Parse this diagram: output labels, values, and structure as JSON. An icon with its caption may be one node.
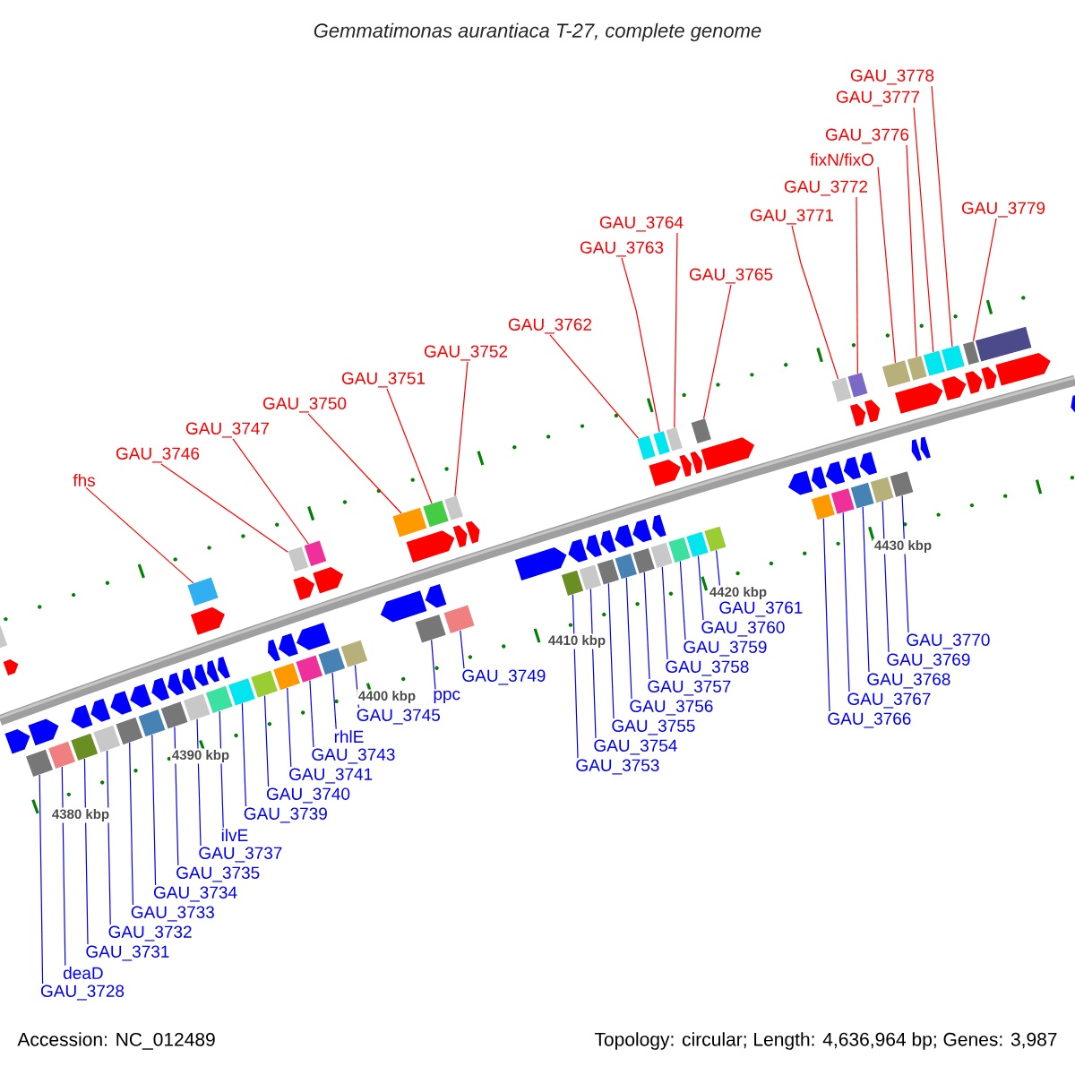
{
  "diagram": {
    "title": "Gemmatimonas aurantiaca T-27, complete genome",
    "nodes": [
      {
        "text": [
          "fhs"
        ]
      },
      {
        "text": [
          "GAU_3746"
        ]
      },
      {
        "text": [
          "GAU_3747"
        ]
      },
      {
        "text": [
          "GAU_3750"
        ]
      },
      {
        "text": [
          "GAU_3751"
        ]
      },
      {
        "text": [
          "GAU_3752"
        ]
      },
      {
        "text": [
          "GAU_3762"
        ]
      },
      {
        "text": [
          "GAU_3763"
        ]
      },
      {
        "text": [
          "GAU_3764"
        ]
      },
      {
        "text": [
          "GAU_3765"
        ]
      },
      {
        "text": [
          "GAU_3771"
        ]
      },
      {
        "text": [
          "GAU_3772"
        ]
      },
      {
        "text": [
          "fixN/fixO"
        ]
      },
      {
        "text": [
          "GAU_3776"
        ]
      },
      {
        "text": [
          "GAU_3777"
        ]
      },
      {
        "text": [
          "GAU_3778"
        ]
      },
      {
        "text": [
          "GAU_3779"
        ]
      },
      {
        "text": [
          "GAU_3728"
        ]
      },
      {
        "text": [
          "deaD"
        ]
      },
      {
        "text": [
          "GAU_3731"
        ]
      },
      {
        "text": [
          "GAU_3732"
        ]
      },
      {
        "text": [
          "GAU_3733"
        ]
      },
      {
        "text": [
          "GAU_3734"
        ]
      },
      {
        "text": [
          "GAU_3735"
        ]
      },
      {
        "text": [
          "GAU_3737"
        ]
      },
      {
        "text": [
          "ilvE"
        ]
      },
      {
        "text": [
          "GAU_3739"
        ]
      },
      {
        "text": [
          "GAU_3740"
        ]
      },
      {
        "text": [
          "GAU_3741"
        ]
      },
      {
        "text": [
          "GAU_3743"
        ]
      },
      {
        "text": [
          "rhlE"
        ]
      },
      {
        "text": [
          "GAU_3745"
        ]
      },
      {
        "text": [
          "ppc"
        ]
      },
      {
        "text": [
          "GAU_3749"
        ]
      },
      {
        "text": [
          "GAU_3753"
        ]
      },
      {
        "text": [
          "GAU_3754"
        ]
      },
      {
        "text": [
          "GAU_3755"
        ]
      },
      {
        "text": [
          "GAU_3756"
        ]
      },
      {
        "text": [
          "GAU_3757"
        ]
      },
      {
        "text": [
          "GAU_3758"
        ]
      },
      {
        "text": [
          "GAU_3759"
        ]
      },
      {
        "text": [
          "GAU_3760"
        ]
      },
      {
        "text": [
          "GAU_3761"
        ]
      },
      {
        "text": [
          "GAU_3766"
        ]
      },
      {
        "text": [
          "GAU_3767"
        ]
      },
      {
        "text": [
          "GAU_3768"
        ]
      },
      {
        "text": [
          "GAU_3769"
        ]
      },
      {
        "text": [
          "GAU_3770"
        ]
      },
      {
        "text": [],
        "shape": "bar"
      },
      {
        "text": [],
        "shape": "bar"
      },
      {
        "text": [],
        "shape": "bar"
      },
      {
        "text": [],
        "shape": "bar"
      },
      {
        "text": [],
        "shape": "bar"
      },
      {
        "text": [],
        "shape": "bar"
      },
      {
        "text": [],
        "shape": "bar"
      },
      {
        "text": [],
        "shape": "bar"
      },
      {
        "text": [],
        "shape": "bar"
      },
      {
        "text": [],
        "shape": "bar"
      },
      {
        "text": [],
        "shape": "bar"
      },
      {
        "text": [],
        "shape": "bar"
      },
      {
        "text": [],
        "shape": "bar"
      },
      {
        "text": [],
        "shape": "bar"
      },
      {
        "text": [],
        "shape": "bar"
      },
      {
        "text": [],
        "shape": "bar"
      },
      {
        "text": [],
        "shape": "bar"
      },
      {
        "text": [],
        "shape": "bar"
      },
      {
        "text": [],
        "shape": "bar"
      },
      {
        "text": [],
        "shape": "bar"
      },
      {
        "text": [],
        "shape": "bar"
      },
      {
        "text": [],
        "shape": "bar"
      },
      {
        "text": [],
        "shape": "bar"
      },
      {
        "text": [],
        "shape": "bar"
      },
      {
        "text": [],
        "shape": "bar"
      },
      {
        "text": [],
        "shape": "bar"
      },
      {
        "text": [],
        "shape": "bar"
      },
      {
        "text": [],
        "shape": "bar"
      },
      {
        "text": [],
        "shape": "bar"
      },
      {
        "text": [],
        "shape": "bar"
      },
      {
        "text": [],
        "shape": "bar"
      },
      {
        "text": [],
        "shape": "bar"
      },
      {
        "text": [],
        "shape": "bar"
      },
      {
        "text": [],
        "shape": "bar"
      },
      {
        "text": [],
        "shape": "bar"
      },
      {
        "text": [],
        "shape": "bar"
      },
      {
        "text": [],
        "shape": "bar"
      },
      {
        "text": [],
        "shape": "bar"
      },
      {
        "text": [],
        "shape": "bar"
      },
      {
        "text": [],
        "shape": "bar"
      },
      {
        "text": [],
        "shape": "bar"
      },
      {
        "text": [],
        "shape": "bar"
      },
      {
        "text": [],
        "shape": "bar"
      },
      {
        "text": [],
        "shape": "bar"
      },
      {
        "text": [],
        "shape": "bar"
      },
      {
        "text": [],
        "shape": "bar"
      },
      {
        "text": [],
        "shape": "bar"
      },
      {
        "text": [],
        "shape": "bar"
      }
    ],
    "edges": [
      {
        "from": 0,
        "to": 48,
        "arrow": "none",
        "color": "#ff0000"
      },
      {
        "from": 1,
        "to": 49,
        "arrow": "none",
        "color": "#ff0000"
      },
      {
        "from": 2,
        "to": 50,
        "arrow": "none",
        "color": "#ff0000"
      },
      {
        "from": 3,
        "to": 51,
        "arrow": "none",
        "color": "#ff0000"
      },
      {
        "from": 4,
        "to": 52,
        "arrow": "none",
        "color": "#ff0000"
      },
      {
        "from": 5,
        "to": 53,
        "arrow": "none",
        "color": "#ff0000"
      },
      {
        "from": 6,
        "to": 54,
        "arrow": "none",
        "color": "#ff0000"
      },
      {
        "from": 7,
        "to": 55,
        "arrow": "none",
        "color": "#ff0000"
      },
      {
        "from": 8,
        "to": 56,
        "arrow": "none",
        "color": "#ff0000"
      },
      {
        "from": 9,
        "to": 57,
        "arrow": "none",
        "color": "#ff0000"
      },
      {
        "from": 10,
        "to": 58,
        "arrow": "none",
        "color": "#ff0000"
      },
      {
        "from": 11,
        "to": 59,
        "arrow": "none",
        "color": "#ff0000"
      },
      {
        "from": 12,
        "to": 60,
        "arrow": "none",
        "color": "#ff0000"
      },
      {
        "from": 13,
        "to": 61,
        "arrow": "none",
        "color": "#ff0000"
      },
      {
        "from": 14,
        "to": 62,
        "arrow": "none",
        "color": "#ff0000"
      },
      {
        "from": 15,
        "to": 63,
        "arrow": "none",
        "color": "#ff0000"
      },
      {
        "from": 16,
        "to": 64,
        "arrow": "none",
        "color": "#ff0000"
      },
      {
        "from": 17,
        "to": 65,
        "arrow": "none"
      },
      {
        "from": 18,
        "to": 66,
        "arrow": "none"
      },
      {
        "from": 19,
        "to": 67,
        "arrow": "none"
      },
      {
        "from": 20,
        "to": 68,
        "arrow": "none"
      },
      {
        "from": 21,
        "to": 69,
        "arrow": "none"
      },
      {
        "from": 22,
        "to": 70,
        "arrow": "none"
      },
      {
        "from": 23,
        "to": 71,
        "arrow": "none"
      },
      {
        "from": 24,
        "to": 72,
        "arrow": "none"
      },
      {
        "from": 25,
        "to": 73,
        "arrow": "none"
      },
      {
        "from": 26,
        "to": 74,
        "arrow": "none"
      },
      {
        "from": 27,
        "to": 75,
        "arrow": "none"
      },
      {
        "from": 28,
        "to": 76,
        "arrow": "none"
      },
      {
        "from": 29,
        "to": 77,
        "arrow": "none"
      },
      {
        "from": 30,
        "to": 78,
        "arrow": "none"
      },
      {
        "from": 31,
        "to": 79,
        "arrow": "none"
      },
      {
        "from": 32,
        "to": 80,
        "arrow": "none"
      },
      {
        "from": 33,
        "to": 81,
        "arrow": "none"
      },
      {
        "from": 34,
        "to": 82,
        "arrow": "none"
      },
      {
        "from": 35,
        "to": 83,
        "arrow": "none"
      },
      {
        "from": 36,
        "to": 84,
        "arrow": "none"
      },
      {
        "from": 37,
        "to": 85,
        "arrow": "none"
      },
      {
        "from": 38,
        "to": 86,
        "arrow": "none"
      },
      {
        "from": 39,
        "to": 87,
        "arrow": "none"
      },
      {
        "from": 40,
        "to": 88,
        "arrow": "none"
      },
      {
        "from": 41,
        "to": 89,
        "arrow": "none"
      },
      {
        "from": 42,
        "to": 90,
        "arrow": "none"
      },
      {
        "from": 43,
        "to": 91,
        "arrow": "none"
      },
      {
        "from": 44,
        "to": 92,
        "arrow": "none"
      },
      {
        "from": 45,
        "to": 93,
        "arrow": "none"
      },
      {
        "from": 46,
        "to": 94,
        "arrow": "none"
      },
      {
        "from": 47,
        "to": 95,
        "arrow": "none"
      }
    ],
    "labels": [
      "4380 kbp",
      "4390 kbp",
      "4400 kbp",
      "4410 kbp",
      "4420 kbp",
      "4430 kbp",
      "Accession: NC_012489",
      "Topology: circular; Length: 4,636,964 bp; Genes: 3,987"
    ]
  }
}
